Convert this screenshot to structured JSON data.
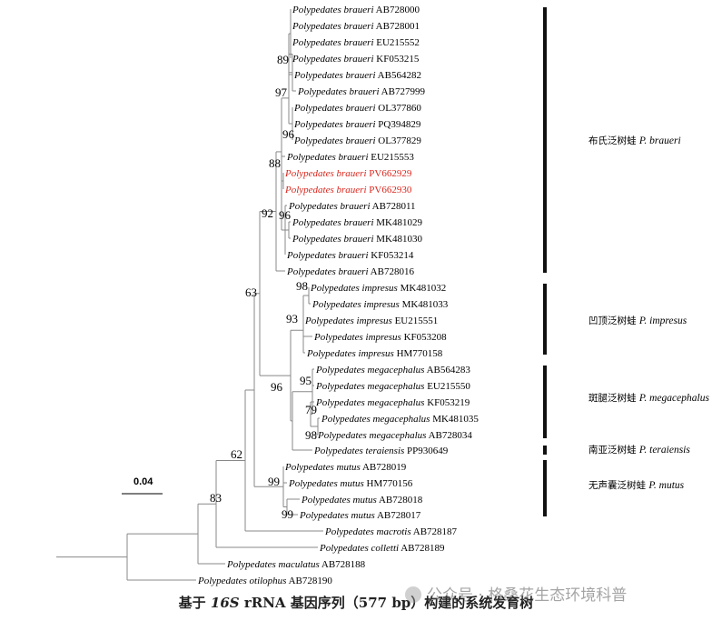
{
  "tree": {
    "taxa": [
      {
        "genus_species": "Polypedates braueri",
        "accession": "AB728000"
      },
      {
        "genus_species": "Polypedates braueri",
        "accession": "AB728001"
      },
      {
        "genus_species": "Polypedates braueri",
        "accession": "EU215552"
      },
      {
        "genus_species": "Polypedates braueri",
        "accession": "KF053215"
      },
      {
        "genus_species": "Polypedates braueri",
        "accession": "AB564282"
      },
      {
        "genus_species": "Polypedates braueri",
        "accession": "AB727999"
      },
      {
        "genus_species": "Polypedates braueri",
        "accession": "OL377860"
      },
      {
        "genus_species": "Polypedates braueri",
        "accession": "PQ394829"
      },
      {
        "genus_species": "Polypedates braueri",
        "accession": "OL377829"
      },
      {
        "genus_species": "Polypedates braueri",
        "accession": "EU215553"
      },
      {
        "genus_species": "Polypedates braueri",
        "accession": "PV662929",
        "highlight": true
      },
      {
        "genus_species": "Polypedates braueri",
        "accession": "PV662930",
        "highlight": true
      },
      {
        "genus_species": "Polypedates braueri",
        "accession": "AB728011"
      },
      {
        "genus_species": "Polypedates braueri",
        "accession": "MK481029"
      },
      {
        "genus_species": "Polypedates braueri",
        "accession": "MK481030"
      },
      {
        "genus_species": "Polypedates braueri",
        "accession": "KF053214"
      },
      {
        "genus_species": "Polypedates braueri",
        "accession": "AB728016"
      },
      {
        "genus_species": "Polypedates impresus",
        "accession": "MK481032"
      },
      {
        "genus_species": "Polypedates impresus",
        "accession": "MK481033"
      },
      {
        "genus_species": "Polypedates impresus",
        "accession": "EU215551"
      },
      {
        "genus_species": "Polypedates impresus",
        "accession": "KF053208"
      },
      {
        "genus_species": "Polypedates impresus",
        "accession": "HM770158"
      },
      {
        "genus_species": "Polypedates megacephalus",
        "accession": "AB564283"
      },
      {
        "genus_species": "Polypedates megacephalus",
        "accession": "EU215550"
      },
      {
        "genus_species": "Polypedates megacephalus",
        "accession": "KF053219"
      },
      {
        "genus_species": "Polypedates megacephalus",
        "accession": "MK481035"
      },
      {
        "genus_species": "Polypedates megacephalus",
        "accession": "AB728034"
      },
      {
        "genus_species": "Polypedates teraiensis",
        "accession": "PP930649"
      },
      {
        "genus_species": "Polypedates mutus",
        "accession": "AB728019"
      },
      {
        "genus_species": "Polypedates mutus",
        "accession": "HM770156"
      },
      {
        "genus_species": "Polypedates mutus",
        "accession": "AB728018"
      },
      {
        "genus_species": "Polypedates mutus",
        "accession": "AB728017"
      },
      {
        "genus_species": "Polypedates macrotis",
        "accession": "AB728187"
      },
      {
        "genus_species": "Polypedates colletti",
        "accession": "AB728189"
      },
      {
        "genus_species": "Polypedates maculatus",
        "accession": "AB728188"
      },
      {
        "genus_species": "Polypedates otilophus",
        "accession": "AB728190"
      }
    ],
    "bootstrap": [
      "89",
      "97",
      "96",
      "88",
      "92",
      "96",
      "63",
      "98",
      "93",
      "96",
      "95",
      "79",
      "98",
      "62",
      "83",
      "99",
      "99"
    ],
    "clades": [
      {
        "cn": "布氏泛树蛙",
        "latin": "P. braueri"
      },
      {
        "cn": "凹顶泛树蛙",
        "latin": "P. impresus"
      },
      {
        "cn": "斑腿泛树蛙",
        "latin": "P. megacephalus"
      },
      {
        "cn": "南亚泛树蛙",
        "latin": "P. teraiensis"
      },
      {
        "cn": "无声囊泛树蛙",
        "latin": "P. mutus"
      }
    ],
    "scale_label": "0.04",
    "highlight_color": "#d9261c",
    "line_color": "#888888"
  },
  "caption": {
    "prefix": "基于 ",
    "gene": "16S",
    "suffix": " rRNA 基因序列（577 bp）构建的系统发育树"
  },
  "watermark": "公众号 · 格桑花生态环境科普"
}
